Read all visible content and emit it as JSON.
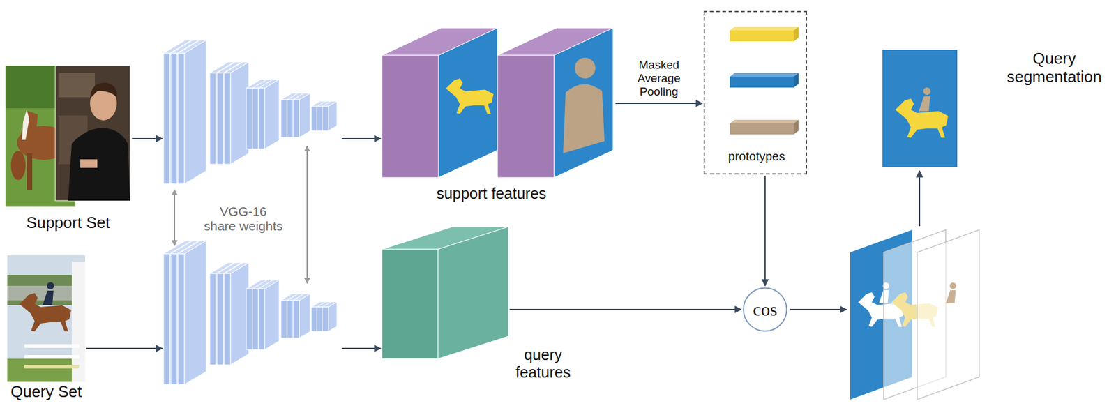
{
  "diagram": {
    "nodes": [
      {
        "text": [
          "Support Set"
        ]
      },
      {
        "text": [
          "VGG-16 share weights"
        ]
      },
      {
        "text": [
          "support features"
        ]
      },
      {
        "text": [
          "prototypes"
        ]
      },
      {
        "text": [
          "Query segmentation"
        ]
      },
      {
        "text": [
          "Query Set"
        ]
      },
      {
        "text": [
          "query features"
        ]
      },
      {
        "text": [
          "cos"
        ]
      }
    ],
    "edges": [
      {
        "from": 0,
        "to": 1,
        "arrow": "to"
      },
      {
        "from": 1,
        "to": 2,
        "arrow": "to"
      },
      {
        "from": 2,
        "to": 3,
        "arrow": "to",
        "label": "Masked Average Pooling"
      },
      {
        "from": 3,
        "to": 7,
        "arrow": "to"
      },
      {
        "from": 5,
        "to": 1,
        "arrow": "to"
      },
      {
        "from": 1,
        "to": 6,
        "arrow": "to"
      },
      {
        "from": 6,
        "to": 7,
        "arrow": "to"
      }
    ]
  }
}
